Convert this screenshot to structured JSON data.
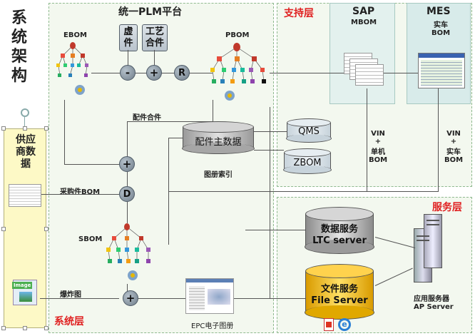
{
  "side_title": [
    "系",
    "统",
    "架",
    "构"
  ],
  "regions": {
    "plm": {
      "title": "统一PLM平台",
      "layer_label": "系统层"
    },
    "support": {
      "title": "支持层"
    },
    "service": {
      "title": "服务层"
    }
  },
  "plm": {
    "ebom_label": "EBOM",
    "pbom_label": "PBOM",
    "sbom_label": "SBOM",
    "virtual_part": [
      "虚",
      "件"
    ],
    "process_assembly": [
      "工艺",
      "合件"
    ],
    "op_minus": "-",
    "op_plus": "+",
    "op_r": "R",
    "op_d": "D",
    "parts_assembly_label": "配件合件",
    "parts_master_data": "配件主数据",
    "catalog_index_label": "图册索引",
    "purchased_bom_label": "采购件BOM",
    "exploded_view_label": "爆炸图",
    "epc_catalog_label": "EPC电子图册"
  },
  "supplier": {
    "title": [
      "供应",
      "商数",
      "据"
    ],
    "image_badge": "Image"
  },
  "support": {
    "qms": "QMS",
    "zbom": "ZBOM",
    "sap_title": "SAP",
    "sap_sub": "MBOM",
    "mes_title": "MES",
    "mes_sub": [
      "实车",
      "BOM"
    ],
    "vin_single": [
      "VIN",
      "+",
      "单机",
      "BOM"
    ],
    "vin_vehicle": [
      "VIN",
      "+",
      "实车",
      "BOM"
    ]
  },
  "service": {
    "data_service": [
      "数据服务",
      "LTC server"
    ],
    "file_service": [
      "文件服务",
      "File Server"
    ],
    "app_server": [
      "应用服务器",
      "AP Server"
    ]
  },
  "colors": {
    "accent_red": "#e02020",
    "region_fill": "#f3f8ef",
    "region_border": "#8fb98f",
    "supplier_fill": "#fdf9c6",
    "file_server_fill": "#f7c21a",
    "db_fill": "#cfcfcf",
    "support_box_fill": "#e3f1ee"
  }
}
